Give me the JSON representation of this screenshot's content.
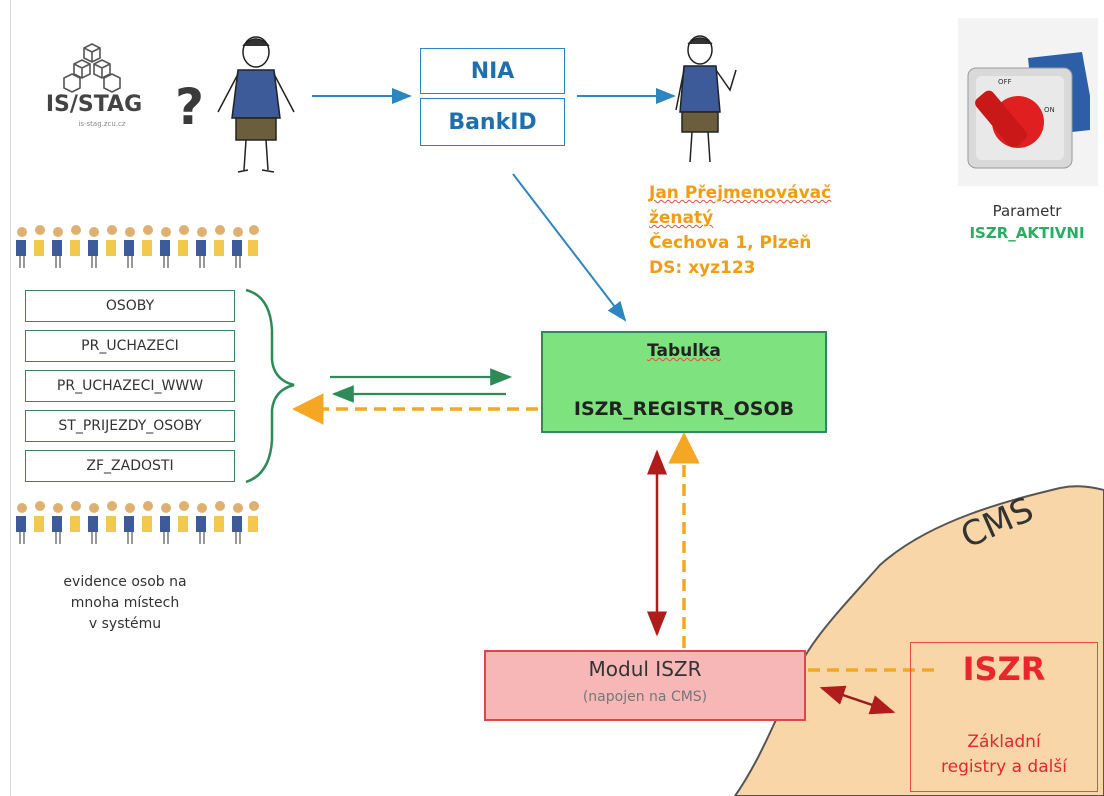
{
  "logo": {
    "name": "IS/STAG",
    "sub": "is-stag.zcu.cz"
  },
  "question_mark": "?",
  "identity_providers": [
    "NIA",
    "BankID"
  ],
  "person": {
    "name": "Jan Přejmenovávač",
    "status": "ženatý",
    "address": "Čechova 1, Plzeň",
    "ds": "DS: xyz123"
  },
  "parameter": {
    "label": "Parametr",
    "value": "ISZR_AKTIVNI"
  },
  "switch": {
    "off": "OFF",
    "on": "ON"
  },
  "tables": [
    "OSOBY",
    "PR_UCHAZECI",
    "PR_UCHAZECI_WWW",
    "ST_PRIJEZDY_OSOBY",
    "ZF_ZADOSTI"
  ],
  "evidence_note": [
    "evidence osob na",
    "mnoha místech",
    "v systému"
  ],
  "tabulka": {
    "title": "Tabulka",
    "name": "ISZR_REGISTR_OSOB"
  },
  "modul": {
    "title": "Modul ISZR",
    "subtitle": "(napojen na CMS)"
  },
  "cms": {
    "label": "CMS"
  },
  "iszr": {
    "title": "ISZR",
    "sub1": "Základní",
    "sub2": "registry a další"
  },
  "colors": {
    "blue_arrow": "#2e86c1",
    "green_arrow": "#2e8b57",
    "orange_dashed": "#f5a623",
    "red_arrow": "#b01c1c",
    "cms_area": "#f8d6a8",
    "tabulka_fill": "#7ee37e",
    "modul_fill": "#f7b7b7",
    "iszr_red": "#e8262c",
    "person_text": "#f39c12"
  }
}
